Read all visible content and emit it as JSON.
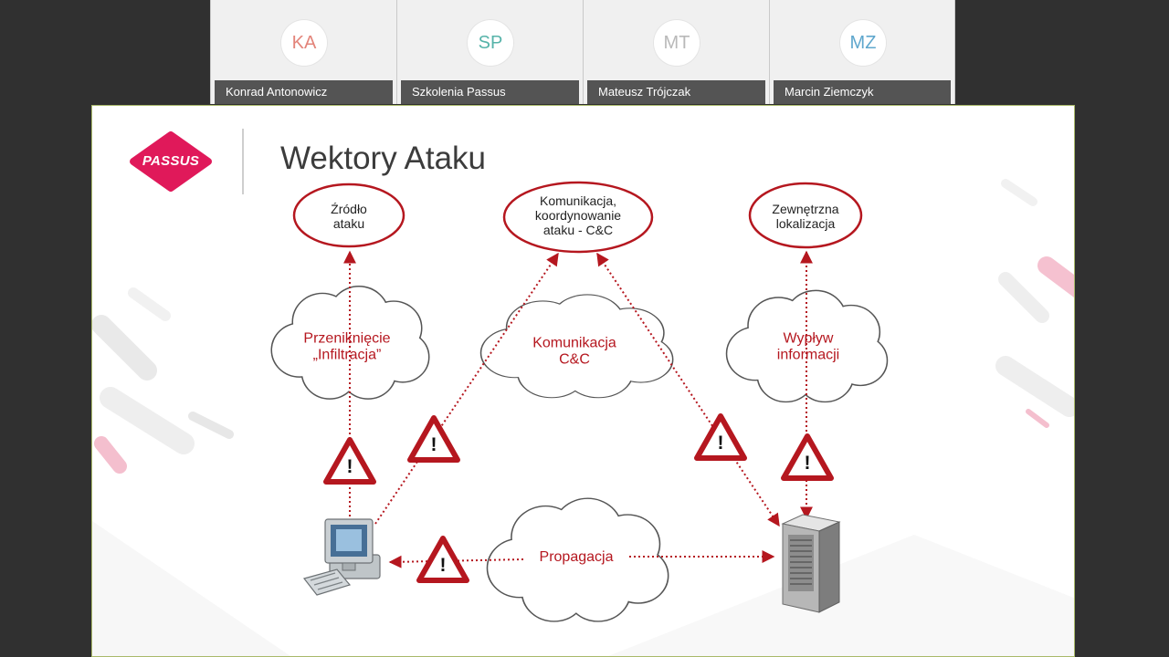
{
  "participants": [
    {
      "initials": "KA",
      "name": "Konrad Antonowicz",
      "color": "#e3847a"
    },
    {
      "initials": "SP",
      "name": "Szkolenia Passus",
      "color": "#56b3a9"
    },
    {
      "initials": "MT",
      "name": "Mateusz Trójczak",
      "color": "#b9b9b9"
    },
    {
      "initials": "MZ",
      "name": "Marcin Ziemczyk",
      "color": "#5fa7cd"
    }
  ],
  "slide": {
    "logo": "PASSUS",
    "title": "Wektory Ataku",
    "nodes": {
      "source": [
        "Źródło",
        "ataku"
      ],
      "cnc_node": [
        "Komunikacja,",
        "koordynowanie",
        "ataku - C&C"
      ],
      "external": [
        "Zewnętrzna",
        "lokalizacja"
      ]
    },
    "clouds": {
      "infiltration": [
        "Przeniknięcie",
        "„Infiltracja”"
      ],
      "cnc": [
        "Komunikacja",
        "C&C"
      ],
      "exfil": [
        "Wypływ",
        "informacji"
      ],
      "propagation": "Propagacja"
    },
    "warning_symbol": "!"
  },
  "colors": {
    "accent_red": "#b5171f",
    "logo_pink": "#e0195a",
    "background": "#303030",
    "nameplate": "#545454"
  }
}
